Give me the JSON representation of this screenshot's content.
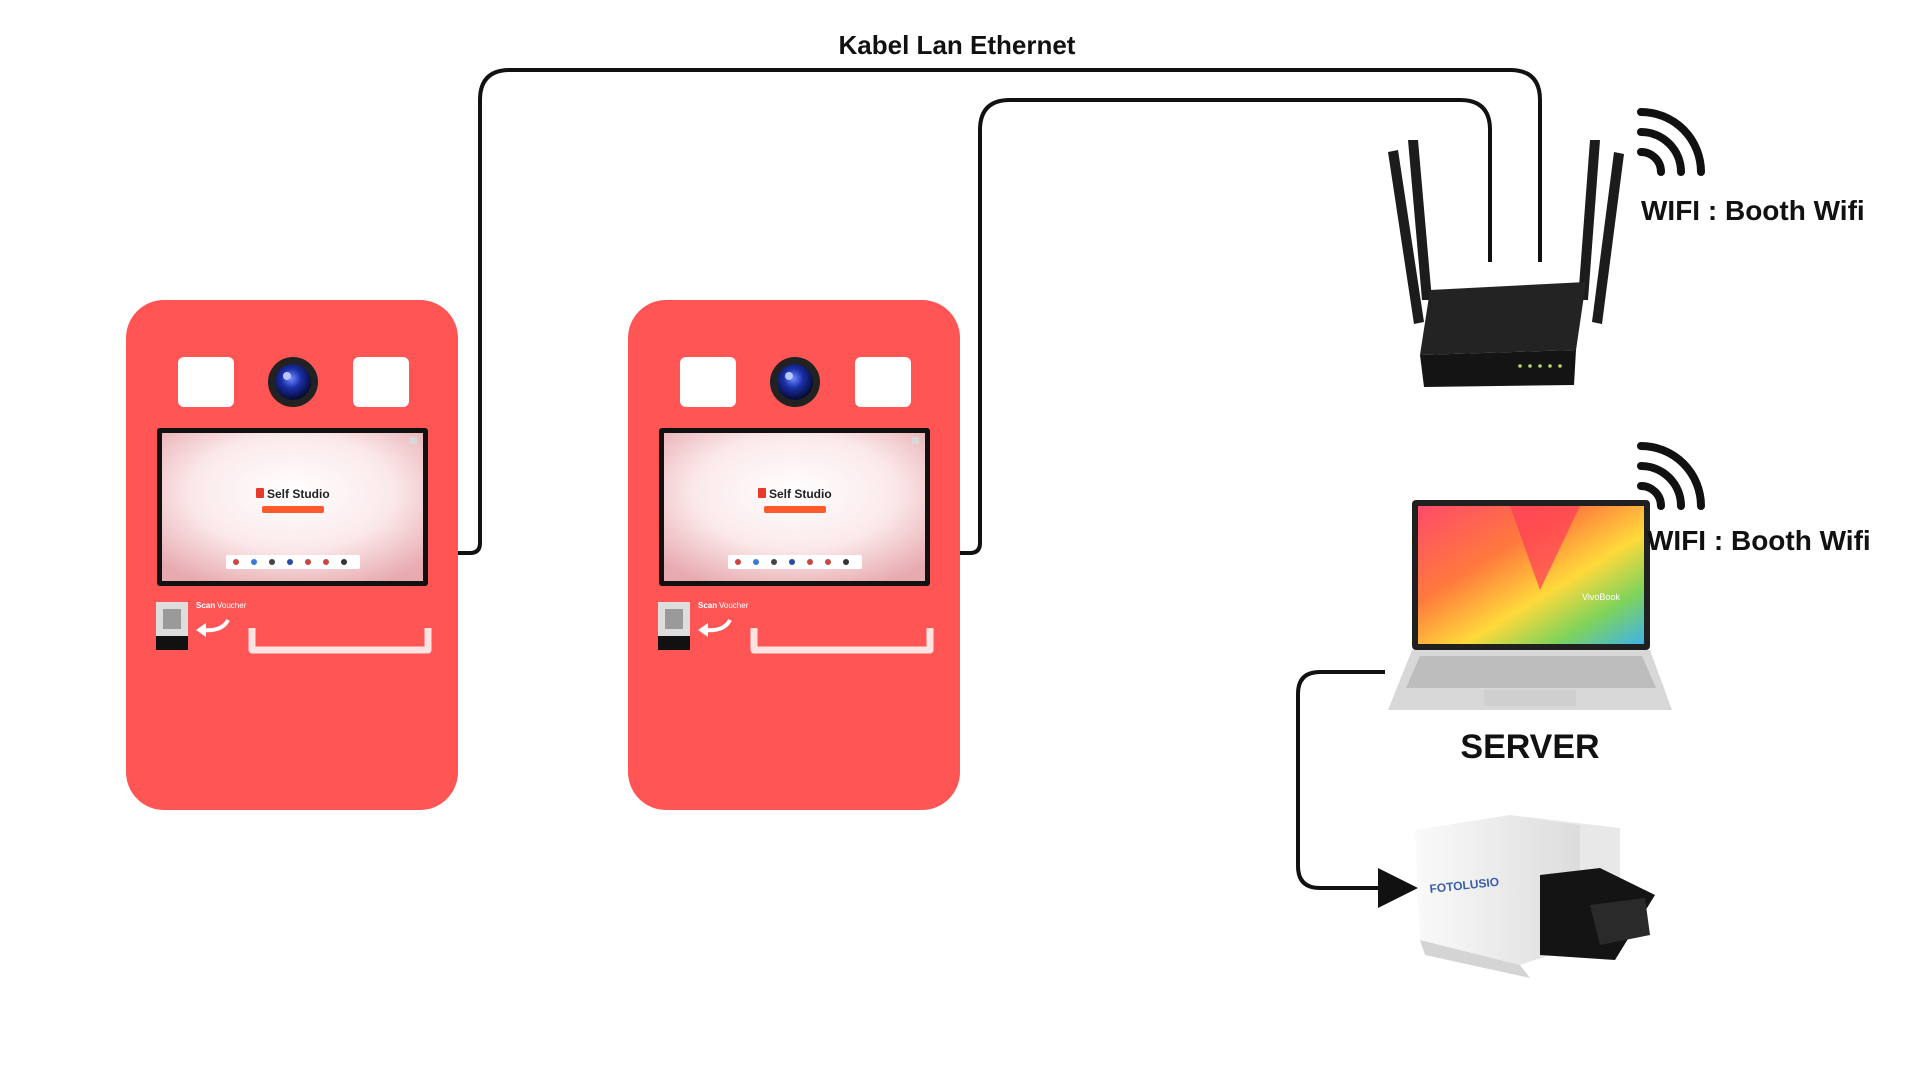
{
  "diagram": {
    "cable_label": "Kabel Lan Ethernet",
    "router_wifi_label": "WIFI : Booth Wifi",
    "laptop_wifi_label": "WIFI : Booth Wifi",
    "server_label": "SERVER",
    "booths": [
      {
        "brand": "Self Studio",
        "scan_bold": "Scan",
        "scan_text": "Voucher"
      },
      {
        "brand": "Self Studio",
        "scan_bold": "Scan",
        "scan_text": "Voucher"
      }
    ],
    "laptop_brand": "VivoBook",
    "printer_brand": "FOTOLUSIO",
    "colors": {
      "booth": "#FF5555",
      "cable": "#111111",
      "router": "#1c1c1c",
      "button_orange": "#ff5a2c",
      "printer_body": "#f1f1f1"
    },
    "icons": {
      "camera": "camera-lens-icon",
      "wifi": "wifi-signal-icon",
      "scan_arrow": "curved-arrow-icon",
      "voucher_scanner": "scanner-icon"
    }
  }
}
